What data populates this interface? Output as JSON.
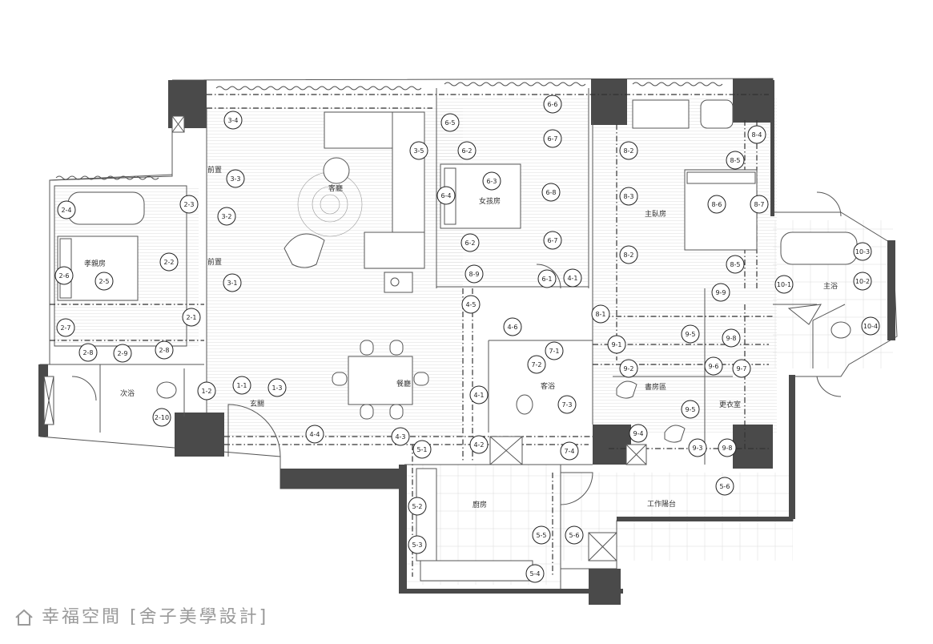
{
  "rooms": [
    {
      "id": "living",
      "label": "客廳"
    },
    {
      "id": "girl-room",
      "label": "女孩房"
    },
    {
      "id": "master-bedroom",
      "label": "主臥房"
    },
    {
      "id": "master-bath",
      "label": "主浴"
    },
    {
      "id": "parents-room",
      "label": "孝親房"
    },
    {
      "id": "second-bath",
      "label": "次浴"
    },
    {
      "id": "entrance",
      "label": "玄關"
    },
    {
      "id": "dining",
      "label": "餐廳"
    },
    {
      "id": "guest-bath",
      "label": "客浴"
    },
    {
      "id": "study",
      "label": "書房區"
    },
    {
      "id": "closet",
      "label": "更衣室"
    },
    {
      "id": "kitchen",
      "label": "廚房"
    },
    {
      "id": "balcony",
      "label": "工作陽台"
    }
  ],
  "small_labels": [
    "前置",
    "前置"
  ],
  "tags": [
    "3-4",
    "3-3",
    "3-2",
    "3-1",
    "3-5",
    "6-5",
    "6-2",
    "6-4",
    "6-2",
    "6-3",
    "6-6",
    "6-7",
    "6-8",
    "6-7",
    "6-1",
    "8-9",
    "4-5",
    "4-1",
    "4-6",
    "4-1",
    "4-2",
    "4-3",
    "4-4",
    "8-2",
    "8-3",
    "8-2",
    "8-1",
    "8-4",
    "8-5",
    "8-6",
    "8-7",
    "8-5",
    "2-4",
    "2-3",
    "2-2",
    "2-6",
    "2-5",
    "2-1",
    "2-7",
    "2-8",
    "2-9",
    "2-8",
    "2-10",
    "1-1",
    "1-3",
    "1-2",
    "7-1",
    "7-2",
    "7-3",
    "7-4",
    "9-1",
    "9-2",
    "9-5",
    "9-9",
    "9-8",
    "9-6",
    "9-7",
    "9-5",
    "9-4",
    "9-3",
    "9-8",
    "10-1",
    "10-2",
    "10-3",
    "10-4",
    "5-1",
    "5-2",
    "5-3",
    "5-5",
    "5-6",
    "5-4",
    "5-6"
  ],
  "watermark": {
    "brand": "幸福空間",
    "credit": "[舍子美學設計]"
  },
  "colors": {
    "wall": "#4a4a4a",
    "line": "#555555",
    "watermark": "#9a9a9a"
  }
}
